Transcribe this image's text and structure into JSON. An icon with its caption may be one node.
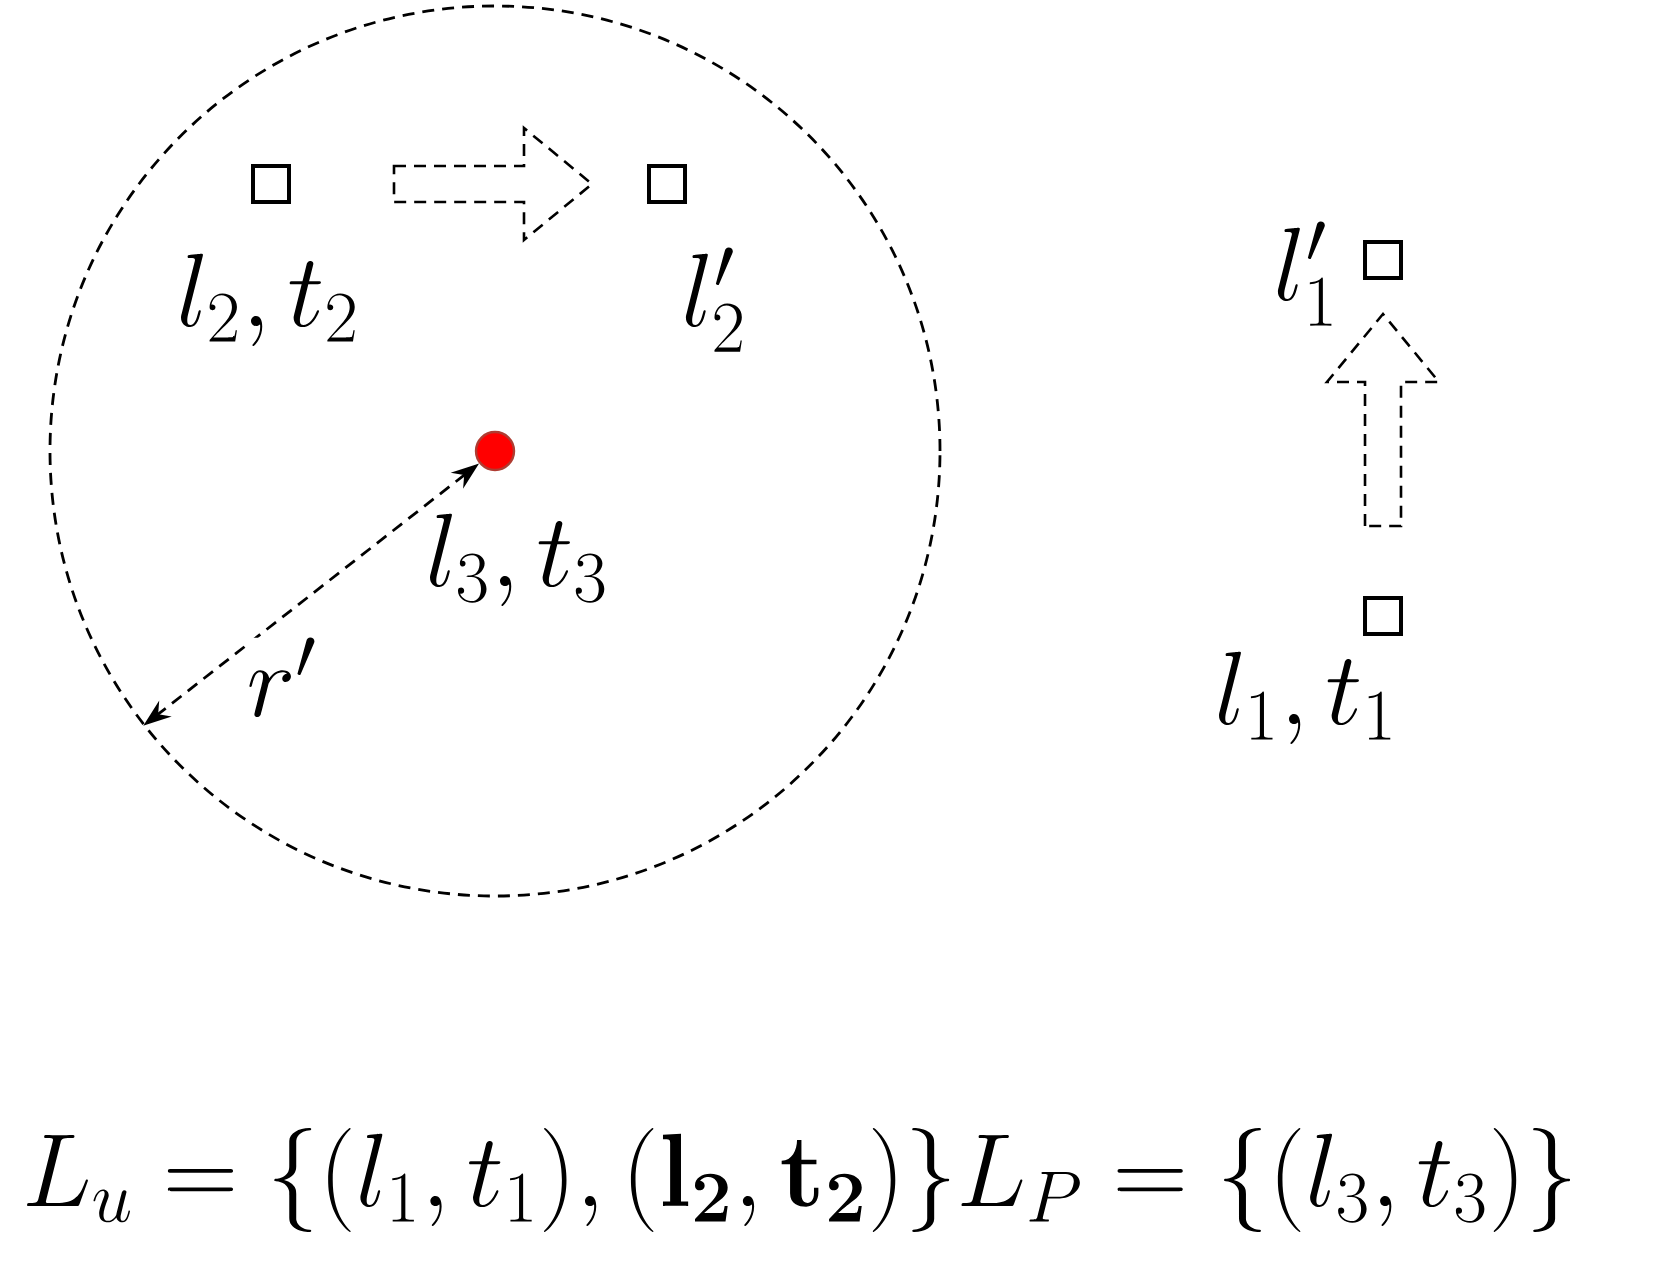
{
  "diagram": {
    "nodes": [
      {
        "text": [],
        "shape": "circle"
      },
      {
        "text": [],
        "shape": "box",
        "in": 0,
        "beside": [
          "l_2, t_2"
        ]
      },
      {
        "text": [],
        "shape": "box",
        "in": 0,
        "beside": [
          "l'_2"
        ]
      },
      {
        "text": [],
        "shape": "circle",
        "in": 0,
        "beside": [
          "l_3, t_3"
        ]
      },
      {
        "text": [],
        "shape": "box",
        "beside": [
          "l'_1"
        ]
      },
      {
        "text": [],
        "shape": "box",
        "beside": [
          "l_1, t_1"
        ]
      }
    ],
    "edges": [
      {
        "from": 1,
        "to": 2,
        "arrow": "to",
        "style": "dashed"
      },
      {
        "from": 5,
        "to": 4,
        "arrow": "to",
        "style": "dashed"
      },
      {
        "from": 3,
        "to": 0,
        "arrow": "both",
        "style": "dashed",
        "label": "r'"
      }
    ],
    "caption": "L_u = \\{(l_1, t_1), \\mathbf{(l_2, t_2)}\\} L_P = \\{(l_3, t_3)\\}"
  }
}
